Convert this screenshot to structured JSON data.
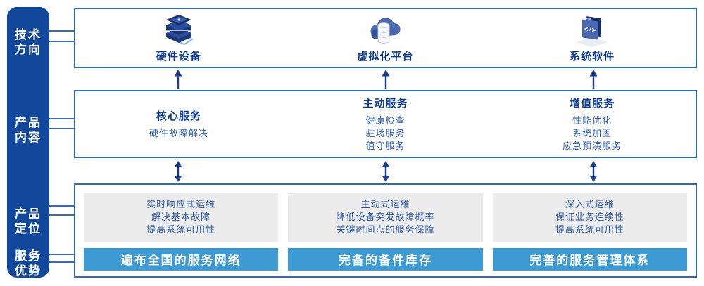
{
  "sidebar": {
    "items": [
      {
        "label": "技术\n方向"
      },
      {
        "label": "产品\n内容"
      },
      {
        "label": "产品\n定位"
      },
      {
        "label": "服务\n优势"
      }
    ]
  },
  "tech_row": {
    "items": [
      {
        "icon": "server-stack-icon",
        "label": "硬件设备"
      },
      {
        "icon": "cloud-database-icon",
        "label": "虚拟化平台"
      },
      {
        "icon": "code-window-icon",
        "label": "系统软件"
      }
    ]
  },
  "content_row": {
    "columns": [
      {
        "title": "核心服务",
        "items": [
          "硬件故障解决"
        ]
      },
      {
        "title": "主动服务",
        "items": [
          "健康检查",
          "驻场服务",
          "值守服务"
        ]
      },
      {
        "title": "增值服务",
        "items": [
          "性能优化",
          "系统加固",
          "应急预演服务"
        ]
      }
    ]
  },
  "bottom_row": {
    "columns": [
      {
        "lines": [
          "实时响应式运维",
          "解决基本故障",
          "提高系统可用性"
        ],
        "banner": "遍布全国的服务网络"
      },
      {
        "lines": [
          "主动式运维",
          "降低设备突发故障概率",
          "关键时间点的服务保障"
        ],
        "banner": "完备的备件库存"
      },
      {
        "lines": [
          "深入式运维",
          "保证业务连续性",
          "提高系统可用性"
        ],
        "banner": "完善的服务管理体系"
      }
    ]
  },
  "colors": {
    "sidebar_blue": "#12489B",
    "border_blue": "#2E68BA",
    "heading_navy": "#0D3A8C",
    "body_blue": "#2E5BA8",
    "arrow_navy": "#1B3E8C",
    "banner_blue": "#3D9AD3",
    "gray_box": "#ECECEC",
    "connector_blue": "#3A6CB5"
  }
}
